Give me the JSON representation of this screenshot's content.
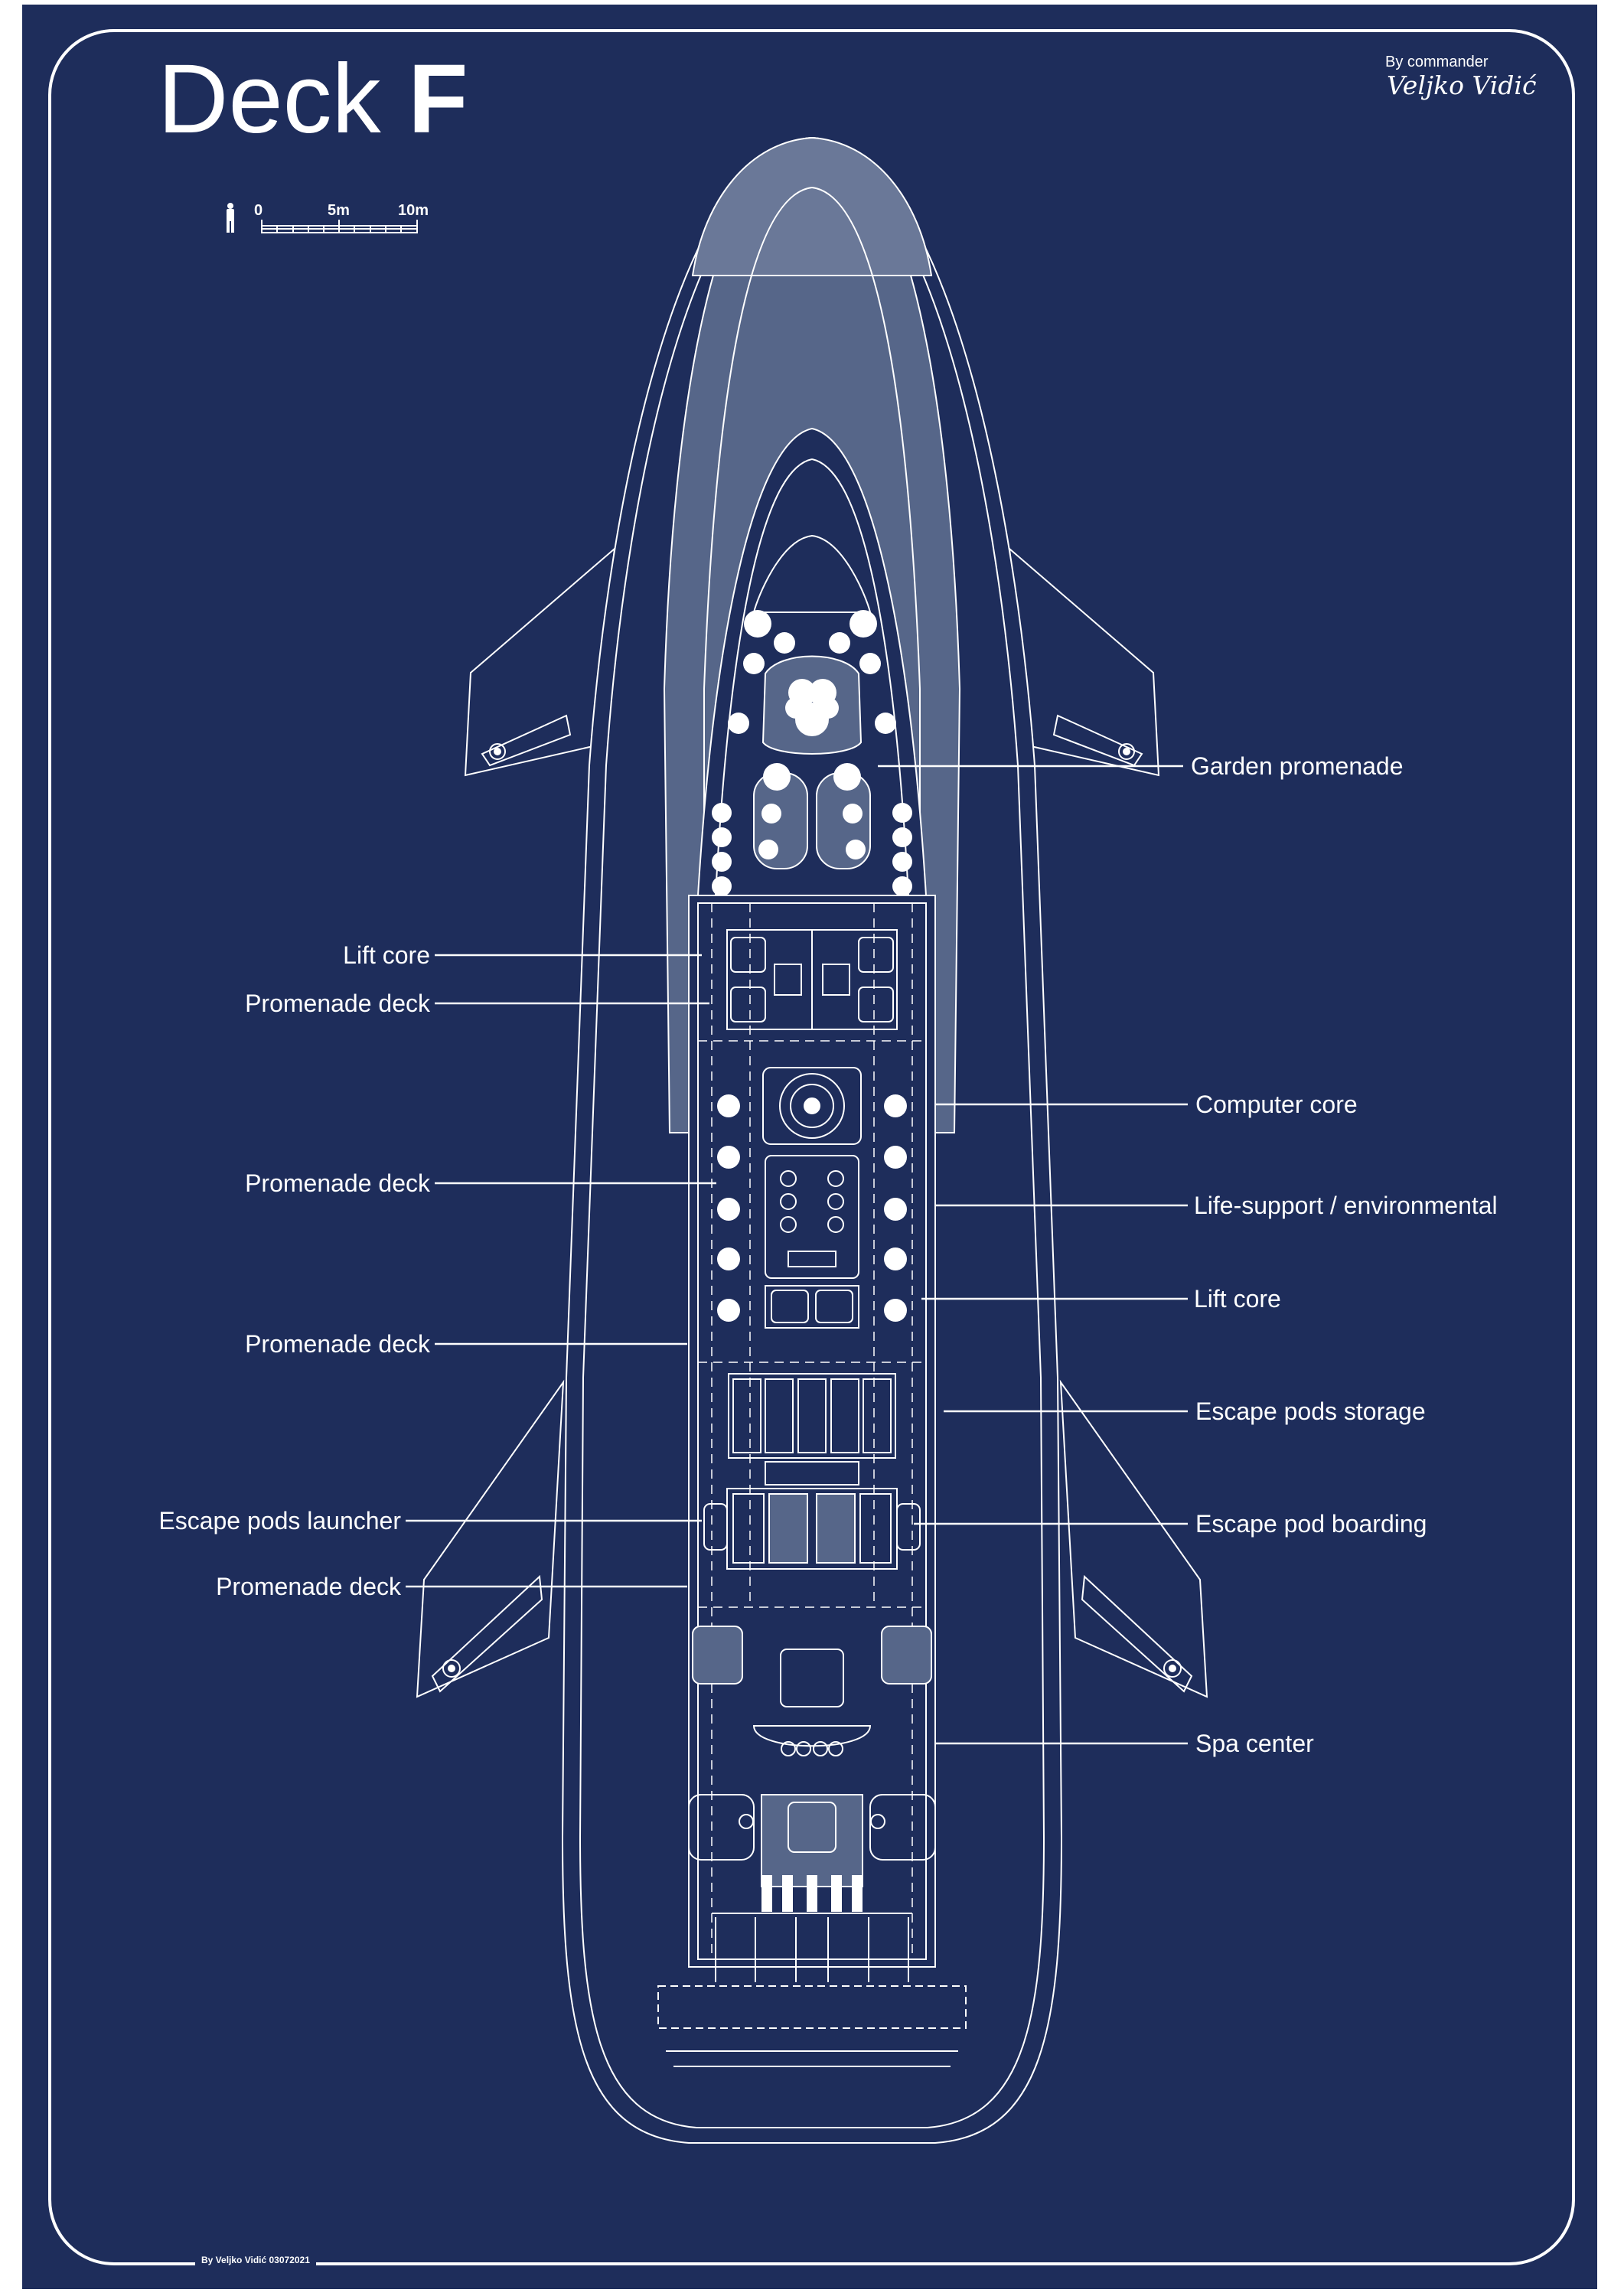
{
  "title": {
    "prefix": "Deck",
    "letter": "F"
  },
  "author": {
    "by_line": "By commander",
    "signature": "Veljko Vidić"
  },
  "scale_bar": {
    "labels": [
      "0",
      "5m",
      "10m"
    ],
    "human_icon": "human-figure-icon"
  },
  "footer": "By Veljko Vidić 03072021",
  "colors": {
    "background": "#1e2d5b",
    "canopy": "#566689",
    "line": "#ffffff"
  },
  "labels": {
    "garden_promenade": "Garden promenade",
    "lift_core_1": "Lift core",
    "promenade_deck_1": "Promenade deck",
    "computer_core": "Computer core",
    "promenade_deck_2": "Promenade deck",
    "life_support": "Life-support / environmental",
    "lift_core_2": "Lift core",
    "promenade_deck_3": "Promenade deck",
    "escape_pods_storage": "Escape pods storage",
    "escape_pods_launcher": "Escape pods launcher",
    "escape_pod_boarding": "Escape pod boarding",
    "promenade_deck_4": "Promenade deck",
    "spa_center": "Spa center"
  }
}
